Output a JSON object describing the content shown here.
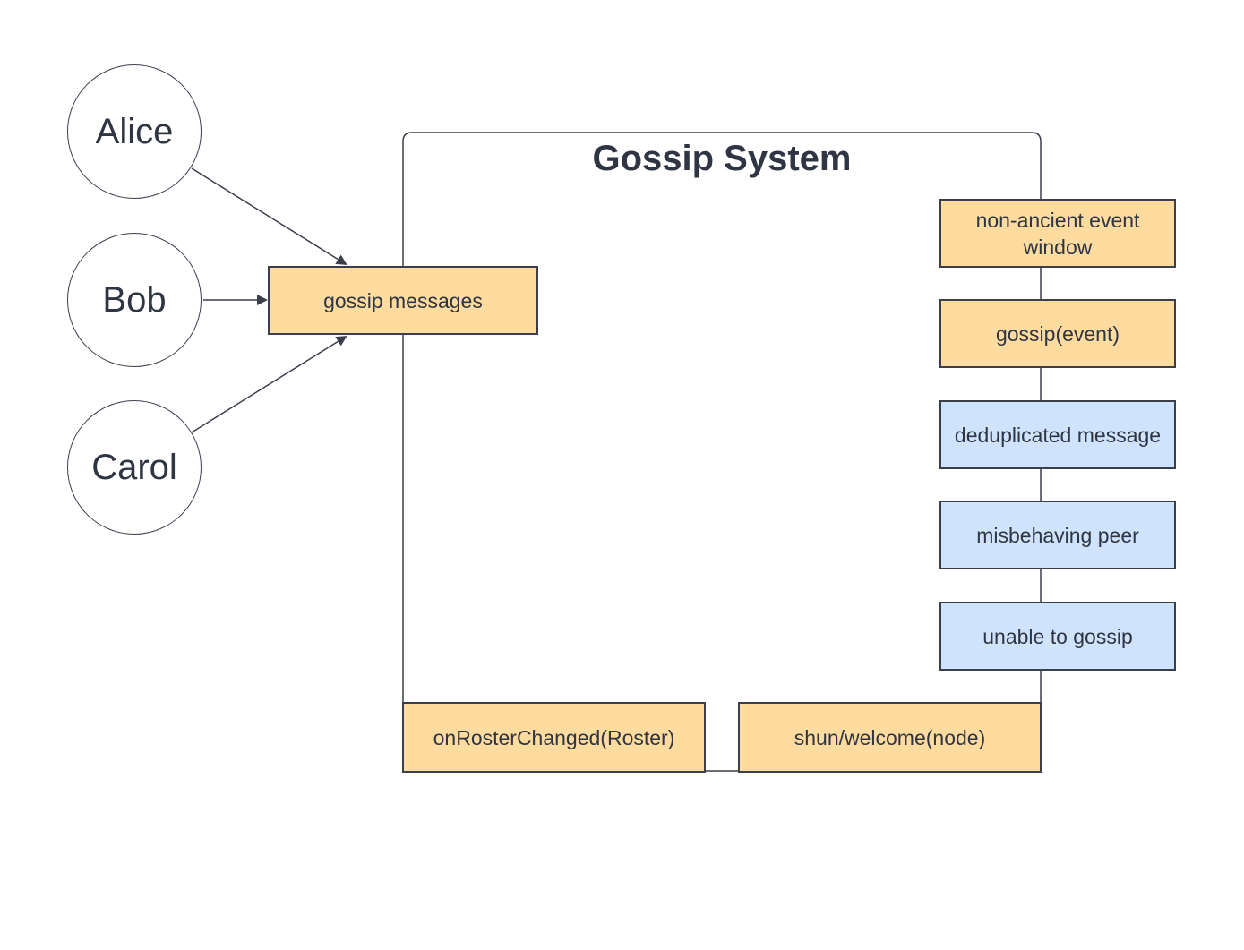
{
  "system": {
    "title": "Gossip System"
  },
  "nodes": {
    "alice": "Alice",
    "bob": "Bob",
    "carol": "Carol"
  },
  "boxes": {
    "gossip_messages": "gossip messages",
    "non_ancient_event_window": "non-ancient event window",
    "gossip_event": "gossip(event)",
    "deduplicated_message": "deduplicated message",
    "misbehaving_peer": "misbehaving peer",
    "unable_to_gossip": "unable to gossip",
    "on_roster_changed": "onRosterChanged(Roster)",
    "shun_welcome": "shun/welcome(node)"
  },
  "colors": {
    "input_box": "#fedb9f",
    "output_box": "#cfe3fd",
    "stroke": "#3a3f4b",
    "text": "#2f3542"
  }
}
